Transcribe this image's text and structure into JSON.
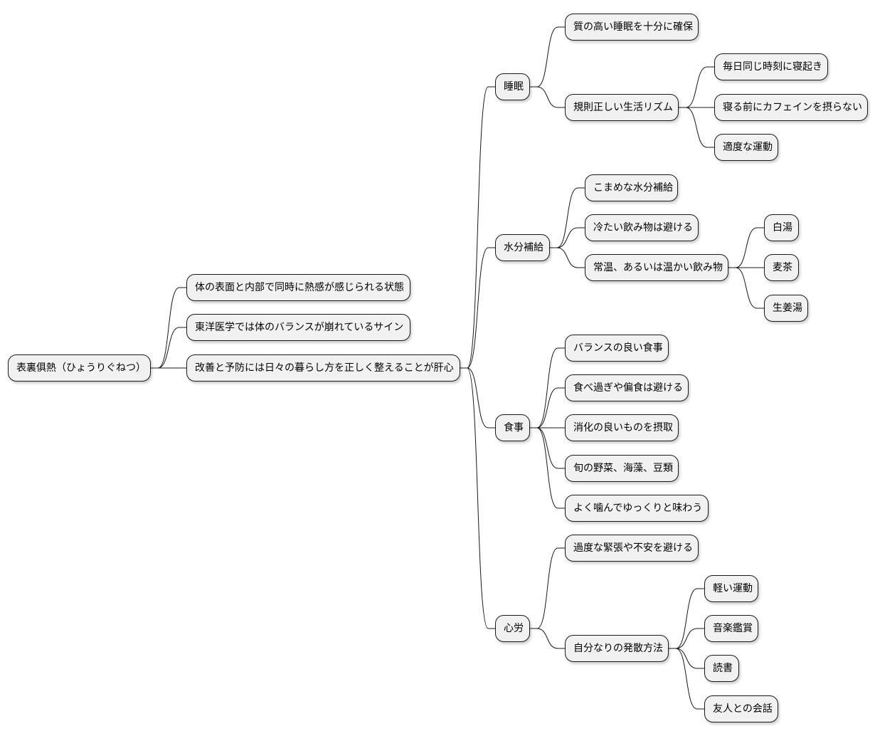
{
  "mindmap": {
    "root": {
      "label": "表裏俱熱（ひょうりぐねつ）",
      "children": [
        {
          "label": "体の表面と内部で同時に熱感が感じられる状態"
        },
        {
          "label": "東洋医学では体のバランスが崩れているサイン"
        },
        {
          "label": "改善と予防には日々の暮らし方を正しく整えることが肝心",
          "children": [
            {
              "label": "睡眠",
              "children": [
                {
                  "label": "質の高い睡眠を十分に確保"
                },
                {
                  "label": "規則正しい生活リズム",
                  "children": [
                    {
                      "label": "毎日同じ時刻に寝起き"
                    },
                    {
                      "label": "寝る前にカフェインを摂らない"
                    },
                    {
                      "label": "適度な運動"
                    }
                  ]
                }
              ]
            },
            {
              "label": "水分補給",
              "children": [
                {
                  "label": "こまめな水分補給"
                },
                {
                  "label": "冷たい飲み物は避ける"
                },
                {
                  "label": "常温、あるいは温かい飲み物",
                  "children": [
                    {
                      "label": "白湯"
                    },
                    {
                      "label": "麦茶"
                    },
                    {
                      "label": "生姜湯"
                    }
                  ]
                }
              ]
            },
            {
              "label": "食事",
              "children": [
                {
                  "label": "バランスの良い食事"
                },
                {
                  "label": "食べ過ぎや偏食は避ける"
                },
                {
                  "label": "消化の良いものを摂取"
                },
                {
                  "label": "旬の野菜、海藻、豆類"
                },
                {
                  "label": "よく噛んでゆっくりと味わう"
                }
              ]
            },
            {
              "label": "心労",
              "children": [
                {
                  "label": "過度な緊張や不安を避ける"
                },
                {
                  "label": "自分なりの発散方法",
                  "children": [
                    {
                      "label": "軽い運動"
                    },
                    {
                      "label": "音楽鑑賞"
                    },
                    {
                      "label": "読書"
                    },
                    {
                      "label": "友人との会話"
                    }
                  ]
                }
              ]
            }
          ]
        }
      ]
    }
  }
}
